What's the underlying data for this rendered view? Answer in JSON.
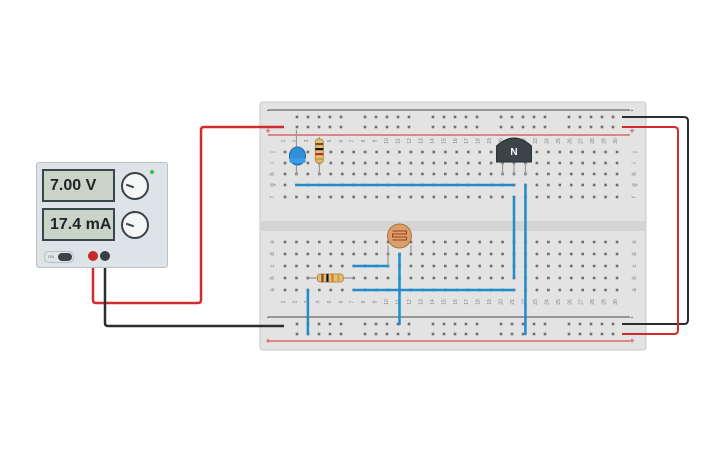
{
  "power_supply": {
    "voltage_display": "7.00 V",
    "current_display": "17.4 mA",
    "on_switch_label": "ON",
    "indicator_color": "#2bc44a"
  },
  "breadboard": {
    "columns": [
      "1",
      "2",
      "3",
      "4",
      "5",
      "6",
      "7",
      "8",
      "9",
      "10",
      "11",
      "12",
      "13",
      "14",
      "15",
      "16",
      "17",
      "18",
      "19",
      "20",
      "21",
      "22",
      "23",
      "24",
      "25",
      "26",
      "27",
      "28",
      "29",
      "30"
    ],
    "top_rows": [
      "j",
      "i",
      "h",
      "g",
      "f"
    ],
    "bottom_rows": [
      "e",
      "d",
      "c",
      "b",
      "a"
    ],
    "rail_plus": "+",
    "rail_minus": "-"
  },
  "components": {
    "transistor_label": "N",
    "transistor_color": "#3c4448",
    "led_color": "#2f8fd8",
    "wire_color": "#1f8ccc",
    "positive_wire_color": "#d22b2b",
    "negative_wire_color": "#2b2e30"
  }
}
